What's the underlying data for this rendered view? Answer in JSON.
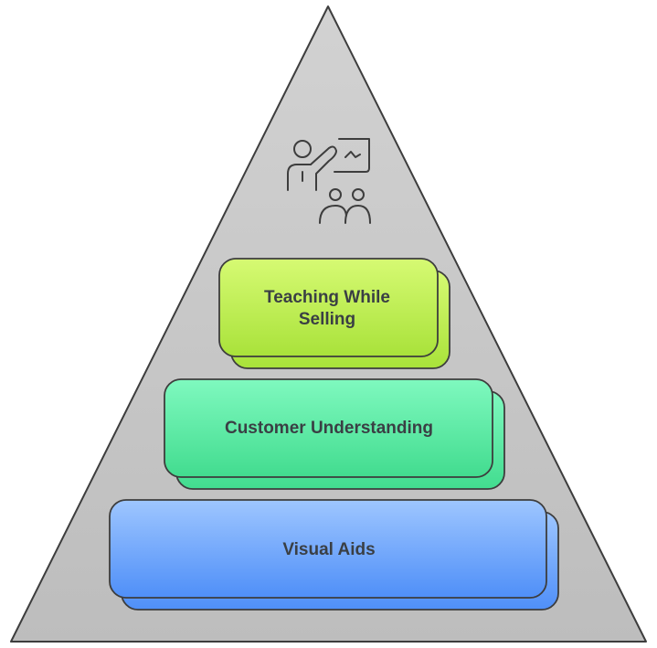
{
  "diagram": {
    "type": "pyramid",
    "icon": "teacher-presenting-to-audience-icon",
    "layers": [
      {
        "lines": [
          "Teaching While",
          "Selling"
        ],
        "colors": {
          "top": "#d6fa73",
          "bottom": "#a9e23a"
        }
      },
      {
        "lines": [
          "Customer Understanding"
        ],
        "colors": {
          "top": "#7ff9bf",
          "bottom": "#42dc8f"
        }
      },
      {
        "lines": [
          "Visual Aids"
        ],
        "colors": {
          "top": "#9ec6ff",
          "bottom": "#4f8ff8"
        }
      }
    ],
    "colors": {
      "pyramid_fill": "#c6c6c6",
      "stroke": "#3d3d3d",
      "text": "#3a3f44"
    }
  }
}
